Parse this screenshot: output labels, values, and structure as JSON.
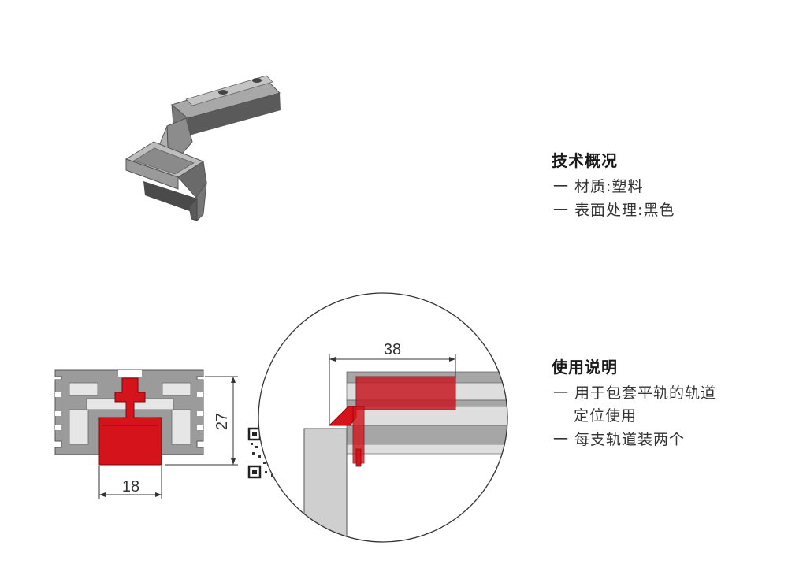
{
  "tech": {
    "heading": "技术概况",
    "lines": [
      "一 材质:塑料",
      "一 表面处理:黑色"
    ]
  },
  "usage": {
    "heading": "使用说明",
    "lines": [
      "一 用于包套平轨的轨道",
      "定位使用",
      "一 每支轨道装两个"
    ]
  },
  "dimensions": {
    "width": "18",
    "height": "27",
    "detail_width": "38"
  },
  "colors": {
    "part_red": "#d4141a",
    "profile_grey": "#9b9b9b",
    "profile_light": "#d9d9d9",
    "line": "#333333"
  }
}
